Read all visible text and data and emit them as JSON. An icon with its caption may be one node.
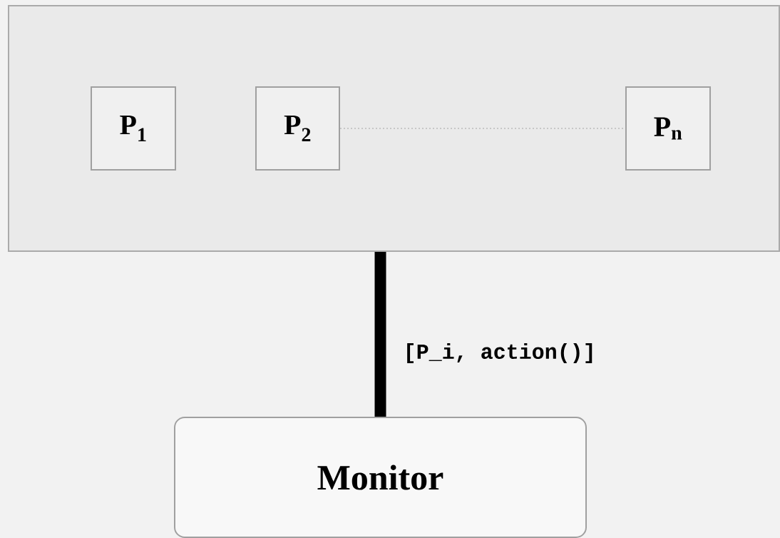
{
  "diagram": {
    "nodes": [
      {
        "text": [],
        "shape": "box"
      },
      {
        "text": [
          "P$_{1}$"
        ],
        "in": 0
      },
      {
        "text": [
          "P$_{2}$"
        ],
        "in": 0
      },
      {
        "text": [
          "P$_{n}$"
        ],
        "in": 0
      },
      {
        "text": [
          "Monitor"
        ]
      }
    ],
    "edges": [
      {
        "from": 2,
        "to": 3,
        "arrow": "none",
        "style": "dashed",
        "color": "#bbbbbb"
      },
      {
        "from": 0,
        "to": 4,
        "arrow": "none",
        "style": "thick",
        "color": "#000000",
        "label": "[P_i, action()]"
      }
    ]
  }
}
